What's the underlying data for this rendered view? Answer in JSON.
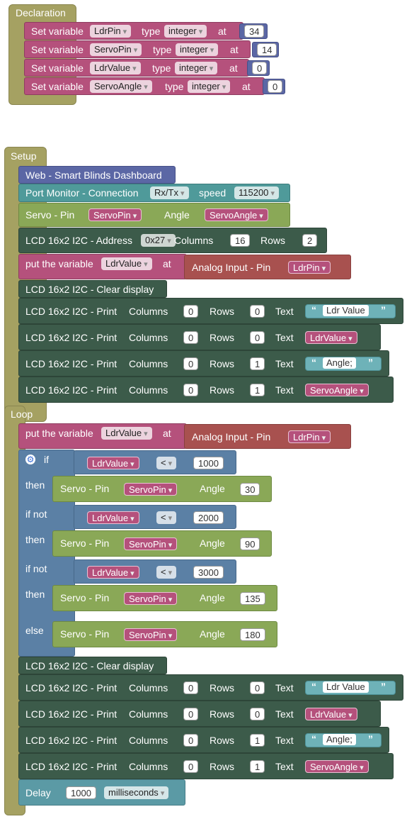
{
  "declaration": {
    "title": "Declaration",
    "rows": [
      {
        "label": "Set variable",
        "name": "LdrPin",
        "type_label": "type",
        "type": "integer",
        "at_label": "at",
        "value": "34"
      },
      {
        "label": "Set variable",
        "name": "ServoPin",
        "type_label": "type",
        "type": "integer",
        "at_label": "at",
        "value": "14"
      },
      {
        "label": "Set variable",
        "name": "LdrValue",
        "type_label": "type",
        "type": "integer",
        "at_label": "at",
        "value": "0"
      },
      {
        "label": "Set variable",
        "name": "ServoAngle",
        "type_label": "type",
        "type": "integer",
        "at_label": "at",
        "value": "0"
      }
    ]
  },
  "setup": {
    "title": "Setup",
    "web": "Web - Smart Blinds Dashboard",
    "port": {
      "label": "Port Monitor - Connection",
      "mode": "Rx/Tx",
      "speed_label": "speed",
      "speed": "115200"
    },
    "servo": {
      "label": "Servo - Pin",
      "pin": "ServoPin",
      "angle_label": "Angle",
      "angle": "ServoAngle"
    },
    "lcd_init": {
      "label": "LCD 16x2 I2C - Address",
      "address": "0x27",
      "columns_label": "Columns",
      "columns": "16",
      "rows_label": "Rows",
      "rows": "2"
    },
    "put": {
      "label": "put the variable",
      "var": "LdrValue",
      "at_label": "at",
      "analog": "Analog Input - Pin",
      "pin": "LdrPin"
    },
    "clear": "LCD 16x2 I2C - Clear display",
    "prints": [
      {
        "label": "LCD 16x2 I2C - Print",
        "columns_label": "Columns",
        "col": "0",
        "rows_label": "Rows",
        "row": "0",
        "text_label": "Text",
        "text": "Ldr Value",
        "text_type": "string"
      },
      {
        "label": "LCD 16x2 I2C - Print",
        "columns_label": "Columns",
        "col": "0",
        "rows_label": "Rows",
        "row": "0",
        "text_label": "Text",
        "text": "LdrValue",
        "text_type": "var"
      },
      {
        "label": "LCD 16x2 I2C - Print",
        "columns_label": "Columns",
        "col": "0",
        "rows_label": "Rows",
        "row": "1",
        "text_label": "Text",
        "text": "Angle;",
        "text_type": "string"
      },
      {
        "label": "LCD 16x2 I2C - Print",
        "columns_label": "Columns",
        "col": "0",
        "rows_label": "Rows",
        "row": "1",
        "text_label": "Text",
        "text": "ServoAngle",
        "text_type": "var"
      }
    ]
  },
  "loop": {
    "title": "Loop",
    "put": {
      "label": "put the variable",
      "var": "LdrValue",
      "at_label": "at",
      "analog": "Analog Input - Pin",
      "pin": "LdrPin"
    },
    "if_label": "if",
    "then_label": "then",
    "ifnot_label": "if not",
    "else_label": "else",
    "servo_label": "Servo - Pin",
    "angle_label": "Angle",
    "servo_pin": "ServoPin",
    "conditions": [
      {
        "var": "LdrValue",
        "op": "<",
        "value": "1000",
        "angle": "30"
      },
      {
        "var": "LdrValue",
        "op": "<",
        "value": "2000",
        "angle": "90"
      },
      {
        "var": "LdrValue",
        "op": "<",
        "value": "3000",
        "angle": "135"
      }
    ],
    "else_angle": "180",
    "clear": "LCD 16x2 I2C - Clear display",
    "prints": [
      {
        "label": "LCD 16x2 I2C - Print",
        "columns_label": "Columns",
        "col": "0",
        "rows_label": "Rows",
        "row": "0",
        "text_label": "Text",
        "text": "Ldr Value",
        "text_type": "string"
      },
      {
        "label": "LCD 16x2 I2C - Print",
        "columns_label": "Columns",
        "col": "0",
        "rows_label": "Rows",
        "row": "0",
        "text_label": "Text",
        "text": "LdrValue",
        "text_type": "var"
      },
      {
        "label": "LCD 16x2 I2C - Print",
        "columns_label": "Columns",
        "col": "0",
        "rows_label": "Rows",
        "row": "1",
        "text_label": "Text",
        "text": "Angle;",
        "text_type": "string"
      },
      {
        "label": "LCD 16x2 I2C - Print",
        "columns_label": "Columns",
        "col": "0",
        "rows_label": "Rows",
        "row": "1",
        "text_label": "Text",
        "text": "ServoAngle",
        "text_type": "var"
      }
    ],
    "delay": {
      "label": "Delay",
      "value": "1000",
      "unit": "milliseconds"
    }
  },
  "colors": {
    "event_block": "#a5a162",
    "variable": "#b5517c",
    "web": "#5b67a5",
    "serial": "#4f9a9a",
    "servo": "#8aa857",
    "lcd": "#3c5b4a",
    "analog": "#a8514f",
    "logic": "#5b80a5",
    "delay": "#5b9aa5"
  }
}
